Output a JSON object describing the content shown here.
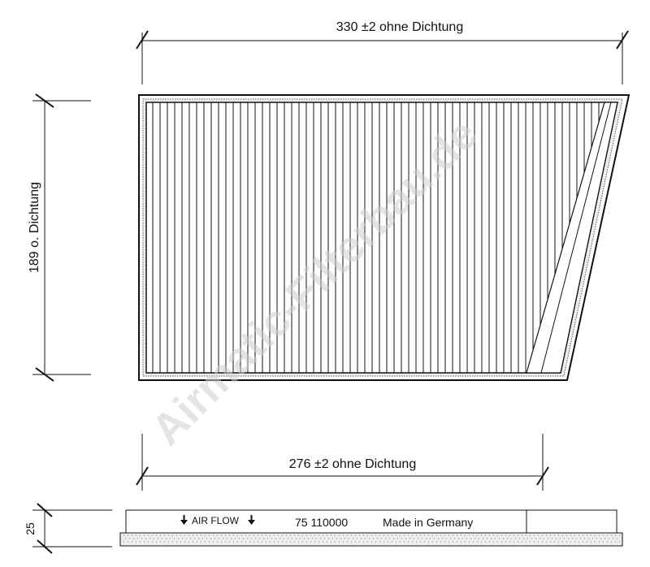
{
  "dimensions": {
    "top_width": "330 ±2  ohne Dichtung",
    "bottom_width": "276 ±2  ohne Dichtung",
    "height": "189  o. Dichtung",
    "thickness": "25"
  },
  "side_view": {
    "airflow_label": "AIR FLOW",
    "part_number": "75 110000",
    "origin": "Made in Germany"
  },
  "watermark": "Airmatic-Filterbau.de",
  "colors": {
    "line": "#111111",
    "watermark": "#cfcfcf",
    "gasket_fill": "#eeeeee"
  },
  "icons": [
    "arrow-down-icon"
  ]
}
